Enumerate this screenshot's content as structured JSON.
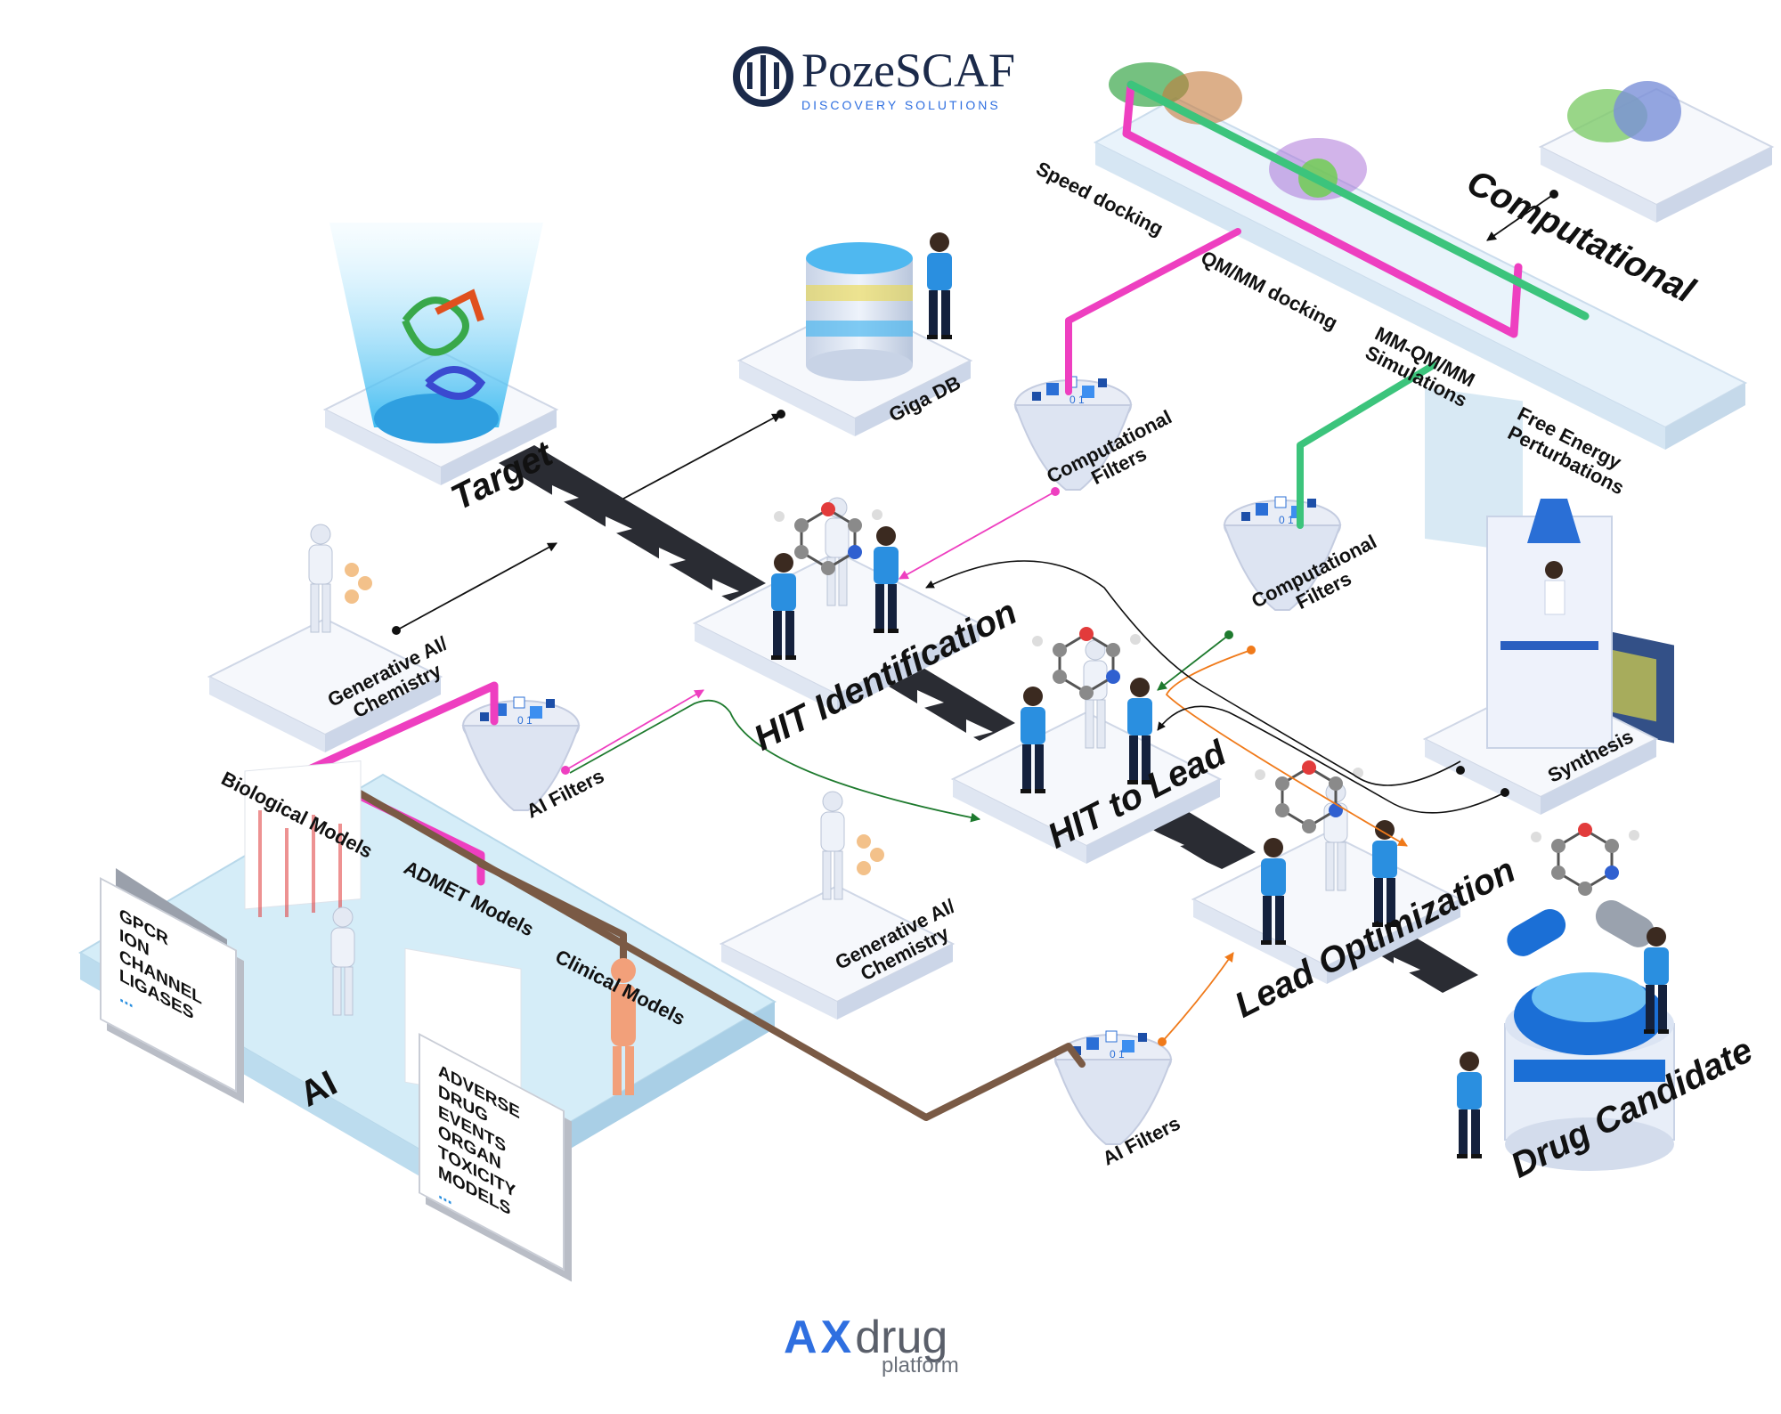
{
  "brand_top": {
    "name": "PozeSCAF",
    "tagline": "DISCOVERY SOLUTIONS"
  },
  "brand_bottom": {
    "name_ax": "AX",
    "name_drug": "drug",
    "sub": "platform"
  },
  "stages": {
    "target": "Target",
    "hit_identification": "HIT Identification",
    "hit_to_lead": "HIT to Lead",
    "lead_optimization": "Lead Optimization",
    "drug_candidate": "Drug Candidate",
    "computational": "Computational",
    "ai": "AI"
  },
  "nodes": {
    "giga_db": "Giga DB",
    "gen_ai_1": "Generative AI/ Chemistry",
    "gen_ai_2": "Generative AI/ Chemistry",
    "ai_filters_1": "AI Filters",
    "ai_filters_2": "AI Filters",
    "comp_filters_1": "Computational Filters",
    "comp_filters_2": "Computational Filters",
    "synthesis": "Synthesis"
  },
  "computational_methods": [
    "Speed docking",
    "QM/MM docking",
    "MM-QM/MM Simulations",
    "Free Energy Perturbations"
  ],
  "ai_models": [
    "Biological Models",
    "ADMET Models",
    "Clinical Models"
  ],
  "ai_cards": {
    "card1": [
      "GPCR",
      "ION CHANNEL",
      "LIGASES",
      "..."
    ],
    "card2": [
      "ADVERSE",
      "DRUG EVENTS",
      "ORGAN TOXICITY",
      "MODELS",
      "..."
    ]
  },
  "colors": {
    "brand_navy": "#1b2a4a",
    "ax_blue": "#2f6fe0",
    "magenta": "#ee3fc0",
    "green": "#3cc47c",
    "orange": "#f07a1a",
    "dark_green": "#1e7a2e",
    "pipe_brown": "#7a5a45",
    "belt": "#2a2c33",
    "platform": "#eef2f9",
    "blue_accent": "#2a8fe0"
  }
}
